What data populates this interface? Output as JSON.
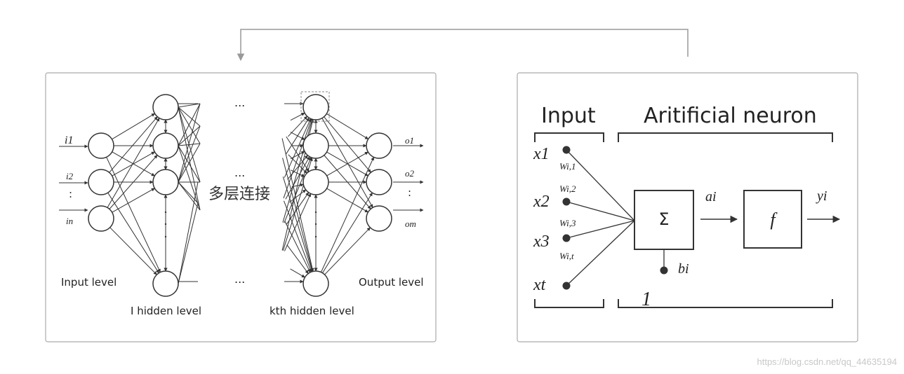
{
  "left_panel": {
    "inputs": [
      "i1",
      "i2",
      "in"
    ],
    "input_dots": ":",
    "outputs": [
      "o1",
      "o2",
      "om"
    ],
    "output_dots": ":",
    "ellipsis_top": "...",
    "ellipsis_mid": "...",
    "ellipsis_bottom": "...",
    "center_label": "多层连接",
    "input_level": "Input level",
    "hidden_level_1": "I  hidden level",
    "hidden_level_k": "kth hidden level",
    "output_level": "Output level"
  },
  "right_panel": {
    "input_title": "Input",
    "neuron_title": "Aritificial neuron",
    "inputs": [
      "x1",
      "x2",
      "x3",
      "xt"
    ],
    "weights": [
      "Wi,1",
      "Wi,2",
      "Wi,3",
      "Wi,t"
    ],
    "sum_symbol": "Σ",
    "activation_symbol": "f",
    "ai_label": "ai",
    "yi_label": "yi",
    "bias_label": "bi",
    "bottom_label": "1"
  },
  "watermark": "https://blog.csdn.net/qq_44635194"
}
